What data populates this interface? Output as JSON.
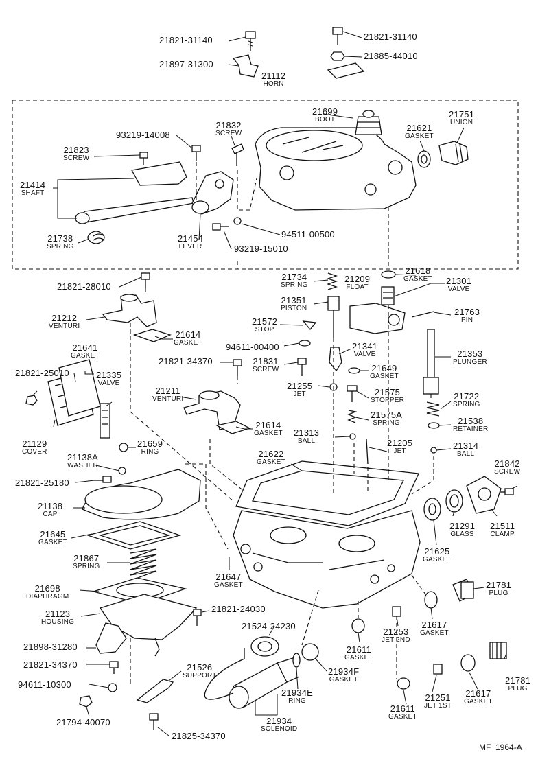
{
  "diagram": {
    "footer": {
      "code": "MF",
      "figure": "1964-A"
    },
    "callouts": [
      {
        "id": "c01",
        "number": "21821-31140",
        "name": ""
      },
      {
        "id": "c02",
        "number": "21897-31300",
        "name": ""
      },
      {
        "id": "c03",
        "number": "21821-31140",
        "name": ""
      },
      {
        "id": "c04",
        "number": "21885-44010",
        "name": ""
      },
      {
        "id": "c05",
        "number": "21112",
        "name": "HORN"
      },
      {
        "id": "c06",
        "number": "21699",
        "name": "BOOT"
      },
      {
        "id": "c07",
        "number": "21751",
        "name": "UNION"
      },
      {
        "id": "c08",
        "number": "21832",
        "name": "SCREW"
      },
      {
        "id": "c09",
        "number": "21621",
        "name": "GASKET"
      },
      {
        "id": "c10",
        "number": "93219-14008",
        "name": ""
      },
      {
        "id": "c11",
        "number": "21823",
        "name": "SCREW"
      },
      {
        "id": "c12",
        "number": "21414",
        "name": "SHAFT"
      },
      {
        "id": "c13",
        "number": "94511-00500",
        "name": ""
      },
      {
        "id": "c14",
        "number": "21738",
        "name": "SPRING"
      },
      {
        "id": "c15",
        "number": "21454",
        "name": "LEVER"
      },
      {
        "id": "c16",
        "number": "93219-15010",
        "name": ""
      },
      {
        "id": "c17",
        "number": "21734",
        "name": "SPRING"
      },
      {
        "id": "c18",
        "number": "21209",
        "name": "FLOAT"
      },
      {
        "id": "c19",
        "number": "21618",
        "name": "GASKET"
      },
      {
        "id": "c20",
        "number": "21301",
        "name": "VALVE"
      },
      {
        "id": "c21",
        "number": "21821-28010",
        "name": ""
      },
      {
        "id": "c22",
        "number": "21351",
        "name": "PISTON"
      },
      {
        "id": "c23",
        "number": "21212",
        "name": "VENTURI"
      },
      {
        "id": "c24",
        "number": "21572",
        "name": "STOP"
      },
      {
        "id": "c25",
        "number": "21763",
        "name": "PIN"
      },
      {
        "id": "c26",
        "number": "21614",
        "name": "GASKET"
      },
      {
        "id": "c27",
        "number": "94611-00400",
        "name": ""
      },
      {
        "id": "c28",
        "number": "21341",
        "name": "VALVE"
      },
      {
        "id": "c29",
        "number": "21641",
        "name": "GASKET"
      },
      {
        "id": "c30",
        "number": "21353",
        "name": "PLUNGER"
      },
      {
        "id": "c31",
        "number": "21821-34370",
        "name": ""
      },
      {
        "id": "c32",
        "number": "21831",
        "name": "SCREW"
      },
      {
        "id": "c33",
        "number": "21649",
        "name": "GASKET"
      },
      {
        "id": "c34",
        "number": "21821-25010",
        "name": ""
      },
      {
        "id": "c35",
        "number": "21335",
        "name": "VALVE"
      },
      {
        "id": "c36",
        "number": "21255",
        "name": "JET"
      },
      {
        "id": "c37",
        "number": "21575",
        "name": "STOPPER"
      },
      {
        "id": "c38",
        "number": "21211",
        "name": "VENTURI"
      },
      {
        "id": "c39",
        "number": "21722",
        "name": "SPRING"
      },
      {
        "id": "c40",
        "number": "21575A",
        "name": "SPRING"
      },
      {
        "id": "c41",
        "number": "21538",
        "name": "RETAINER"
      },
      {
        "id": "c42",
        "number": "21614",
        "name": "GASKET"
      },
      {
        "id": "c43",
        "number": "21129",
        "name": "COVER"
      },
      {
        "id": "c44",
        "number": "21659",
        "name": "RING"
      },
      {
        "id": "c45",
        "number": "21313",
        "name": "BALL"
      },
      {
        "id": "c46",
        "number": "21205",
        "name": "JET"
      },
      {
        "id": "c47",
        "number": "21314",
        "name": "BALL"
      },
      {
        "id": "c48",
        "number": "21138A",
        "name": "WASHER"
      },
      {
        "id": "c49",
        "number": "21622",
        "name": "GASKET"
      },
      {
        "id": "c50",
        "number": "21842",
        "name": "SCREW"
      },
      {
        "id": "c51",
        "number": "21821-25180",
        "name": ""
      },
      {
        "id": "c52",
        "number": "21138",
        "name": "CAP"
      },
      {
        "id": "c53",
        "number": "21291",
        "name": "GLASS"
      },
      {
        "id": "c54",
        "number": "21511",
        "name": "CLAMP"
      },
      {
        "id": "c55",
        "number": "21645",
        "name": "GASKET"
      },
      {
        "id": "c56",
        "number": "21625",
        "name": "GASKET"
      },
      {
        "id": "c57",
        "number": "21867",
        "name": "SPRING"
      },
      {
        "id": "c58",
        "number": "21647",
        "name": "GASKET"
      },
      {
        "id": "c59",
        "number": "21698",
        "name": "DIAPHRAGM"
      },
      {
        "id": "c60",
        "number": "21781",
        "name": "PLUG"
      },
      {
        "id": "c61",
        "number": "21123",
        "name": "HOUSING"
      },
      {
        "id": "c62",
        "number": "21821-24030",
        "name": ""
      },
      {
        "id": "c63",
        "number": "21617",
        "name": "GASKET"
      },
      {
        "id": "c64",
        "number": "21253",
        "name": "JET 2ND"
      },
      {
        "id": "c65",
        "number": "21524-24230",
        "name": ""
      },
      {
        "id": "c66",
        "number": "21898-31280",
        "name": ""
      },
      {
        "id": "c67",
        "number": "21611",
        "name": "GASKET"
      },
      {
        "id": "c68",
        "number": "21821-34370",
        "name": ""
      },
      {
        "id": "c69",
        "number": "21526",
        "name": "SUPPORT"
      },
      {
        "id": "c70",
        "number": "21934F",
        "name": "GASKET"
      },
      {
        "id": "c71",
        "number": "21781",
        "name": "PLUG"
      },
      {
        "id": "c72",
        "number": "94611-10300",
        "name": ""
      },
      {
        "id": "c73",
        "number": "21934E",
        "name": "RING"
      },
      {
        "id": "c74",
        "number": "21251",
        "name": "JET 1ST"
      },
      {
        "id": "c75",
        "number": "21617",
        "name": "GASKET"
      },
      {
        "id": "c76",
        "number": "21794-40070",
        "name": ""
      },
      {
        "id": "c77",
        "number": "21825-34370",
        "name": ""
      },
      {
        "id": "c78",
        "number": "21934",
        "name": "SOLENOID"
      },
      {
        "id": "c79",
        "number": "21611",
        "name": "GASKET"
      }
    ]
  }
}
